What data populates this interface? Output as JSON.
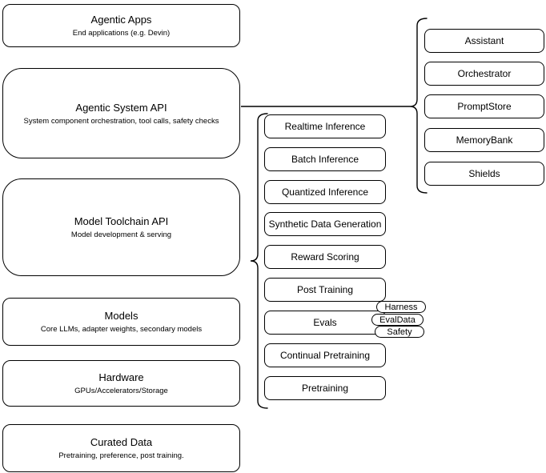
{
  "left_column": [
    {
      "title": "Agentic Apps",
      "subtitle": "End applications (e.g. Devin)"
    },
    {
      "title": "Agentic System API",
      "subtitle": "System component orchestration, tool calls, safety checks"
    },
    {
      "title": "Model Toolchain API",
      "subtitle": "Model development & serving"
    },
    {
      "title": "Models",
      "subtitle": "Core LLMs, adapter weights, secondary models"
    },
    {
      "title": "Hardware",
      "subtitle": "GPUs/Accelerators/Storage"
    },
    {
      "title": "Curated Data",
      "subtitle": "Pretraining, preference, post training."
    }
  ],
  "toolchain_components": [
    "Realtime Inference",
    "Batch Inference",
    "Quantized Inference",
    "Synthetic Data Generation",
    "Reward Scoring",
    "Post Training",
    "Evals",
    "Continual Pretraining",
    "Pretraining"
  ],
  "eval_tags": [
    "Harness",
    "EvalData",
    "Safety"
  ],
  "system_components": [
    "Assistant",
    "Orchestrator",
    "PromptStore",
    "MemoryBank",
    "Shields"
  ],
  "colors": {
    "border": "#000000",
    "background": "#ffffff",
    "text": "#000000"
  }
}
